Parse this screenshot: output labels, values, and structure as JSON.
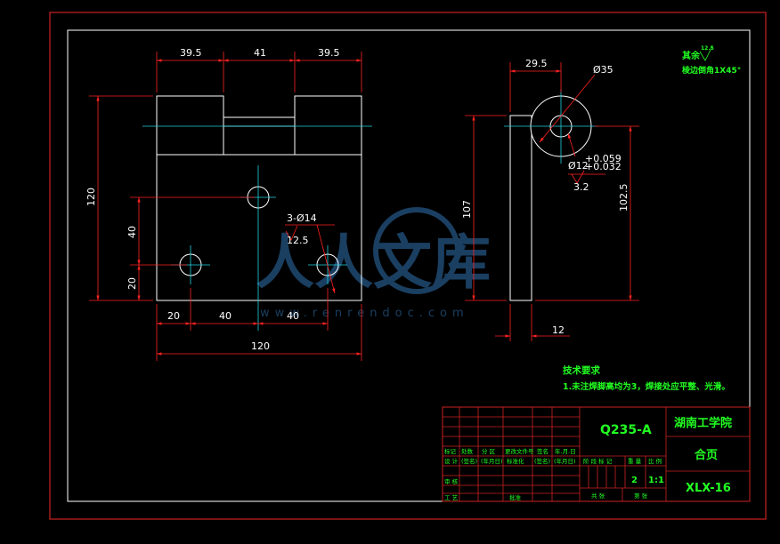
{
  "drawing": {
    "colors": {
      "background": "#000000",
      "outer_frame": "#cc2222",
      "inner_frame": "#ffffff",
      "outline": "#ffffff",
      "centerline": "#22d3e0",
      "dimension": "#ff2222",
      "text": "#ffffff",
      "annotation": "#22ff22",
      "watermark": "#1f4a73"
    },
    "front_view": {
      "top_dims": [
        "39.5",
        "41",
        "39.5"
      ],
      "height_dim": "120",
      "left_dims": [
        "40",
        "20"
      ],
      "bottom_dims": [
        "20",
        "40",
        "40"
      ],
      "overall_width": "120",
      "hole_callout": "3-Ø14",
      "hole_roughness": "12.5"
    },
    "side_view": {
      "top_dim": "29.5",
      "diameter": "Ø35",
      "bore": "Ø12",
      "bore_tol_upper": "+0.059",
      "bore_tol_lower": "+0.032",
      "bore_roughness": "3.2",
      "left_dim": "107",
      "right_dim": "102.5",
      "thickness": "12"
    },
    "surface_note": {
      "label": "其余",
      "roughness": "12.5",
      "note": "棱边倒角1X45°"
    },
    "tech_requirements": {
      "title": "技术要求",
      "item": "1.未注焊脚高均为3，焊接处应平整、光滑。"
    },
    "title_block": {
      "material": "Q235-A",
      "school": "湖南工学院",
      "part_name": "合页",
      "drawing_no": "XLX-16",
      "quantity": "2",
      "scale": "1:1",
      "row_labels_1": [
        "标记",
        "处数",
        "分 区",
        "更改文件号",
        "签名",
        "年.月.日"
      ],
      "row_labels_2": [
        "设 计",
        "(签名)",
        "(年月日)",
        "标准化",
        "(签名)",
        "(年月日)"
      ],
      "row_labels_3": [
        "审 核"
      ],
      "row_labels_4": [
        "工 艺",
        "批准"
      ],
      "stage_labels": [
        "阶 段 标 记",
        "重 量",
        "比 例"
      ],
      "sheet_labels": [
        "共 张",
        "第 张"
      ]
    },
    "watermark": {
      "text": "人人文库",
      "url": "www.renrendoc.com"
    }
  }
}
